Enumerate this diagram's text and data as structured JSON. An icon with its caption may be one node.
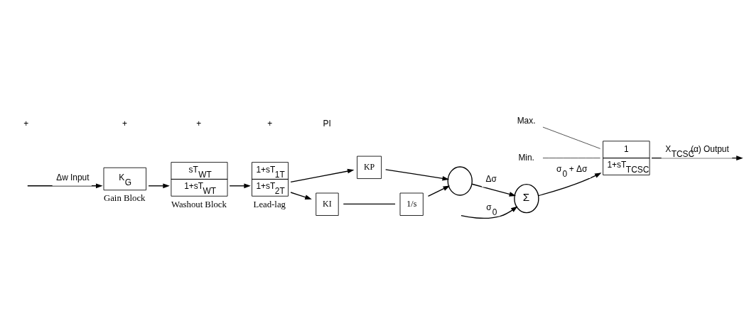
{
  "diagram": {
    "nodes": [
      {
        "text": [
          "Σ"
        ]
      },
      {
        "text": [
          "1",
          "1+sT$_{TCSC}$"
        ]
      },
      {
        "text": [],
        "shape": "circle"
      },
      {
        "text": [
          "KP"
        ]
      },
      {
        "text": [
          "1/s"
        ]
      },
      {
        "text": [
          "KI"
        ]
      },
      {
        "text": [
          "1+sT$_{1T}$",
          "1+sT$_{2T}$"
        ],
        "beside": [
          "Lead-lag"
        ]
      },
      {
        "text": [
          "sT$_{WT}$",
          "1+sT$_{WT}$"
        ],
        "beside": [
          "Washout Block"
        ]
      },
      {
        "text": [
          "K$_{G}$"
        ],
        "beside": [
          "Gain Block"
        ]
      },
      {
        "text": [
          "Max."
        ]
      },
      {
        "text": [
          "Min."
        ]
      }
    ],
    "edges": [
      {
        "from": null,
        "to": 0,
        "arrow": "to",
        "label": "σ$_{0}$"
      },
      {
        "from": 0,
        "to": 1,
        "arrow": "to",
        "label": "σ$_{0}$ + Δσ"
      },
      {
        "from": 1,
        "to": null,
        "arrow": "to",
        "label": "X$_{TCSC}$(α) Output"
      },
      {
        "from": 2,
        "to": 0,
        "arrow": "to",
        "label": "Δσ"
      },
      {
        "from": 3,
        "to": 2,
        "arrow": "to"
      },
      {
        "from": 6,
        "to": 3,
        "arrow": "to"
      },
      {
        "from": 6,
        "to": 5,
        "arrow": "to"
      },
      {
        "from": 5,
        "to": 4,
        "arrow": "none"
      },
      {
        "from": 4,
        "to": 2,
        "arrow": "to"
      },
      {
        "from": 7,
        "to": 6,
        "arrow": "to"
      },
      {
        "from": 8,
        "to": 7,
        "arrow": "to"
      },
      {
        "from": null,
        "to": 8,
        "arrow": "to",
        "label": "Δw Input"
      },
      {
        "from": 9,
        "to": 1,
        "arrow": "none"
      },
      {
        "from": 10,
        "to": 1,
        "arrow": "none"
      }
    ],
    "labels": [
      "+",
      "+",
      "+",
      "+",
      "PI"
    ]
  }
}
